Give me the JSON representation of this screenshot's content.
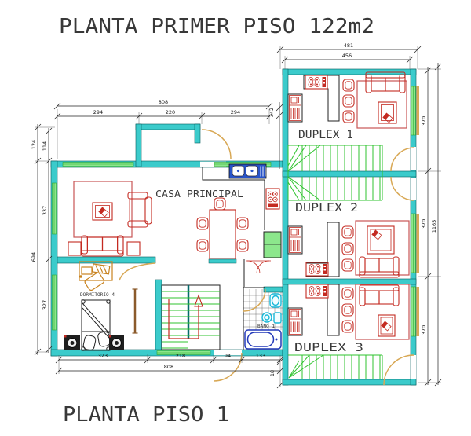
{
  "titles": {
    "top": "PLANTA PRIMER PISO 122m2",
    "bottom": "PLANTA PISO 1"
  },
  "rooms": {
    "casa": "CASA PRINCIPAL",
    "duplex1": "DUPLEX 1",
    "duplex2": "DUPLEX 2",
    "duplex3": "DUPLEX 3",
    "dormitorio": "DORMITORIO 4",
    "bano": "BAÑO 1"
  },
  "dims": {
    "d481": "481",
    "d456": "456",
    "d808top": "808",
    "d294a": "294",
    "d220": "220",
    "d294b": "294",
    "d342": "342",
    "d124": "124",
    "d694": "694",
    "d114": "114",
    "d337": "337",
    "d327": "327",
    "d323": "323",
    "d218": "218",
    "d94": "94",
    "d133": "133",
    "d808bottom": "808",
    "d18": "18",
    "d370a": "370",
    "d370b": "370",
    "d370c": "370",
    "d1165": "1165"
  },
  "colors": {
    "wall": "#3bcbcb",
    "window": "#8ce78c",
    "window_dark": "#2fa82f",
    "furniture": "#c42a21",
    "rug": "#c85555",
    "stairs": "#2fc32f",
    "door": "#d8a855",
    "fixture_blue": "#2238b8",
    "fixture_cyan": "#18b8d8",
    "sink_blue": "#2853c8",
    "desk": "#c8821e",
    "wood": "#8b5a2b"
  }
}
